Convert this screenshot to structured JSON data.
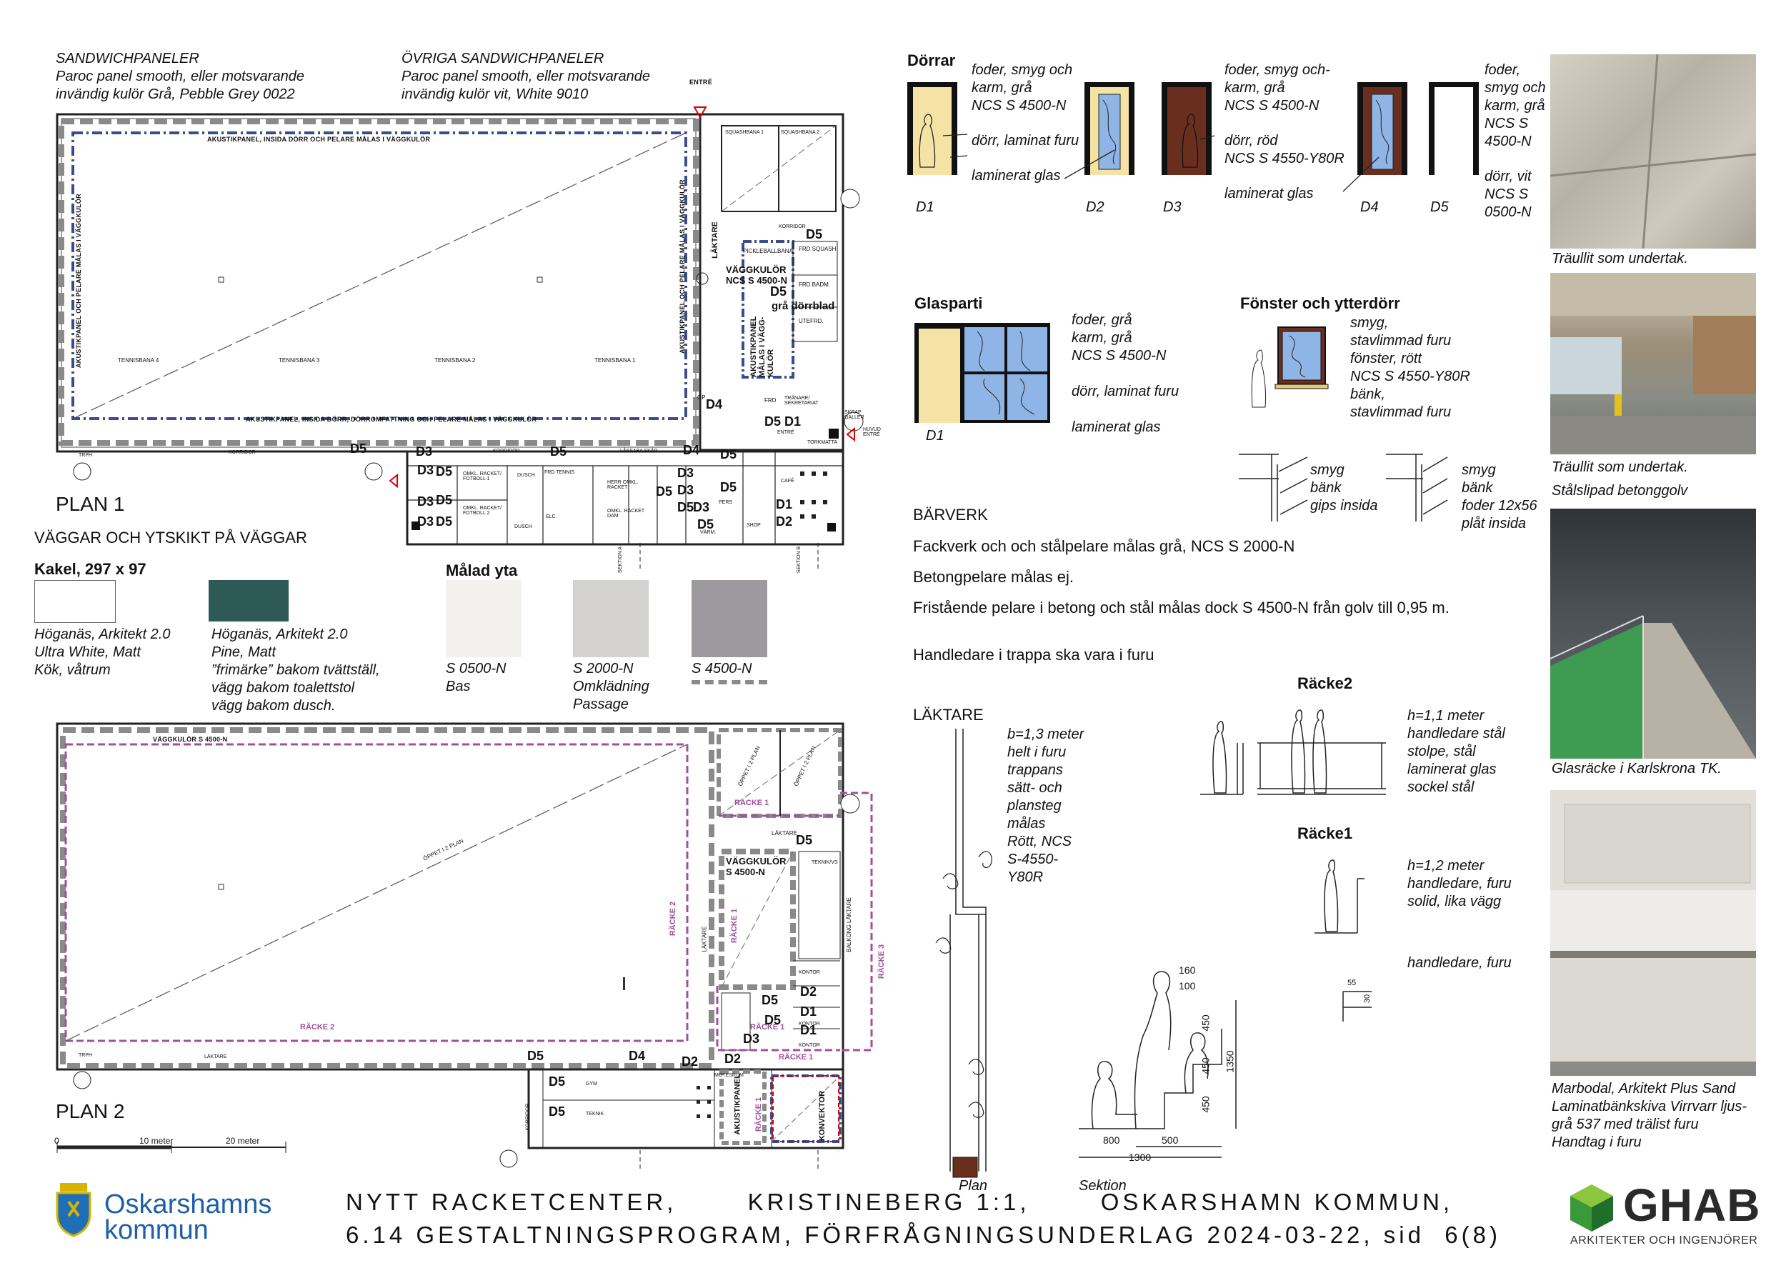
{
  "header": {
    "sandwich1": [
      "SANDWICHPANELER",
      "Paroc panel smooth, eller motsvarande",
      "invändig kulör Grå, Pebble Grey 0022"
    ],
    "sandwich2": [
      "ÖVRIGA SANDWICHPANELER",
      "Paroc panel smooth, eller motsvarande",
      "invändig kulör vit, White 9010"
    ]
  },
  "plan1": {
    "title": "PLAN 1",
    "entre_top": "ENTRÉ",
    "acoustic_top": "AKUSTIKPANEL, INSIDA DÖRR OCH PELARE MÅLAS I VÄGGKULÖR",
    "acoustic_bottom": "AKUSTIKPANEL, INSIDA DÖRR, DÖRROMFATTNING OCH PELARE MÅLAS I VÄGGKULÖR",
    "acoustic_left": "AKUSTIKPANEL OCH PELARE MÅLAS I VÄGGKULÖR",
    "acoustic_right": "AKUSTIKPANEL OCH PELARE MÅLAS I VÄGGKULÖR",
    "courts": [
      "TENNISBANA 4",
      "TENNISBANA 3",
      "TENNISBANA 2",
      "TENNISBANA 1"
    ],
    "squash": [
      "SQUASHBANA 1",
      "SQUASHBANA 2"
    ],
    "korridor": "KORRIDOR",
    "laktare": "LÄKTARE",
    "pickleball": "PICKLEBALLBANA",
    "vaggkulor": "VÄGGKULÖR",
    "ncs4500": "NCS S 4500-N",
    "gra_dorrblad": "grå dörrblad",
    "akustikpanel_vert": "AKUSTIKPANEL MÅLAS I VÄGG-KULÖR",
    "frd_squash": "FRD SQUASH",
    "frd_badm": "FRD BADM.",
    "utefrd": "UTEFRD.",
    "frd": "FRD",
    "tranare": "TRÄNARE/ SEKRETARIAT",
    "entre": "ENTRÉ",
    "huvud_entre": "HUVUD ENTRÉ",
    "skrap": "SKRAP GALLER",
    "torkmatta": "TORKMATTA",
    "trph": "TRPH",
    "lassab": "LÅSSABA SKÅP",
    "frd_tennis": "FRD TENNIS",
    "dusch": "DUSCH",
    "omkl1": "OMKL. RACKET/ FOTBOLL 1",
    "omkl2": "OMKL. RACKET/ FOTBOLL 2",
    "herr": "HERR OMKL. RACKET",
    "dam": "OMKL. RACKET DAM",
    "elc": "ELC.",
    "shop": "SHOP",
    "cafe": "CAFÉ",
    "pers": "PERS",
    "varme": "VÄRM.",
    "sektion_a": "SEKTION A",
    "sektion_b": "SEKTION B",
    "doors": {
      "d1": "D1",
      "d2": "D2",
      "d3": "D3",
      "d4": "D4",
      "d5": "D5",
      "gp": "GP"
    }
  },
  "plan2": {
    "title": "PLAN 2",
    "vaggkulor_top": "VÄGGKULÖR S 4500-N",
    "vaggkulor_side": "VÄGGKULÖR",
    "ncs4500": "S 4500-N",
    "oppet_plan": "ÖPPET I 2 PLAN",
    "oppet1": "ÖPPET I 2 PLAN",
    "racke1": "RÄCKE 1",
    "racke2": "RÄCKE 2",
    "racke3": "RÄCKE 3",
    "laktare": "LÄKTARE",
    "balkong": "BALKONG LÄKTARE",
    "teknik": "TEKNIK/VS",
    "kontor": "KONTOR",
    "motesrum": "MÖTESRUM",
    "gym": "GYM",
    "teknik2": "TEKNIK",
    "korridor": "KORRIDOR",
    "akustikpanel": "AKUSTIKPANEL",
    "konvektor": "KONVEKTOR",
    "trph": "TRPH",
    "scale": [
      "0",
      "10 meter",
      "20 meter"
    ]
  },
  "walls": {
    "heading": "VÄGGAR OCH YTSKIKT PÅ VÄGGAR",
    "kakel": "Kakel, 297 x 97",
    "tile1": [
      "Höganäs, Arkitekt 2.0",
      "Ultra White, Matt",
      "Kök, våtrum"
    ],
    "tile2": [
      "Höganäs, Arkitekt 2.0",
      "Pine, Matt",
      "”frimärke” bakom tvättställ,",
      "vägg bakom toalettstol",
      "vägg bakom dusch."
    ],
    "malad": "Målad yta",
    "paint1": [
      "S 0500-N",
      "Bas"
    ],
    "paint2": [
      "S 2000-N",
      "Omklädning",
      "Passage"
    ],
    "paint3": [
      "S 4500-N"
    ],
    "colors": {
      "ultra_white": "#ffffff",
      "pine": "#2e5a55",
      "s0500": "#f2f1ee",
      "s2000": "#d3d2d0",
      "s4500": "#9c9a9f"
    }
  },
  "doors": {
    "heading": "Dörrar",
    "d1_text": [
      "foder, smyg och",
      "karm, grå",
      "NCS S 4500-N",
      "dörr, laminat furu",
      "laminerat glas"
    ],
    "d3_text": [
      "foder, smyg och-",
      "karm, grå",
      "NCS S 4500-N",
      "dörr, röd",
      "NCS S 4550-Y80R",
      "laminerat glas"
    ],
    "d5_text": [
      "foder,",
      "smyg och",
      "karm, grå",
      "NCS S",
      "4500-N",
      "dörr, vit",
      "NCS S",
      "0500-N"
    ],
    "labels": [
      "D1",
      "D2",
      "D3",
      "D4",
      "D5"
    ]
  },
  "glasparti": {
    "heading": "Glasparti",
    "text": [
      "foder, grå",
      "karm, grå",
      "NCS S 4500-N",
      "dörr, laminat furu",
      "laminerat glas"
    ],
    "label": "D1"
  },
  "fonster": {
    "heading": "Fönster och ytterdörr",
    "text": [
      "smyg,",
      "stavlimmad furu",
      "fönster, rött",
      "NCS S 4550-Y80R",
      "bänk,",
      "stavlimmad furu"
    ],
    "detail1": [
      "smyg",
      "bänk",
      "gips insida"
    ],
    "detail2": [
      "smyg",
      "bänk",
      "foder 12x56",
      "plåt insida"
    ]
  },
  "barverk": {
    "heading": "BÄRVERK",
    "lines": [
      "Fackverk och och stålpelare målas grå, NCS S 2000-N",
      "Betongpelare målas ej.",
      "Fristående pelare i betong och stål målas dock S 4500-N från golv till 0,95 m.",
      "Handledare i trappa ska vara i furu"
    ]
  },
  "laktare": {
    "heading": "LÄKTARE",
    "text": [
      "b=1,3 meter",
      "helt i furu",
      "trappans",
      "sätt- och",
      "plansteg",
      "målas",
      "Rött, NCS",
      "S-4550-",
      "Y80R"
    ],
    "plan_label": "Plan",
    "sektion_label": "Sektion",
    "dims": [
      "160",
      "100",
      "450",
      "450",
      "450",
      "1350",
      "800",
      "500",
      "1300"
    ]
  },
  "racke2": {
    "heading": "Räcke2",
    "text": [
      "h=1,1 meter",
      "handledare stål",
      "stolpe, stål",
      "laminerat glas",
      "sockel stål"
    ]
  },
  "racke1": {
    "heading": "Räcke1",
    "text": [
      "h=1,2 meter",
      "handledare, furu",
      "solid, lika vägg"
    ],
    "handledare": "handledare, furu",
    "dims": [
      "55",
      "30"
    ]
  },
  "photos": {
    "captions": [
      [
        "Träullit som undertak."
      ],
      [
        "Träullit som undertak.",
        "Stålslipad betonggolv"
      ],
      [
        "Glasräcke i Karlskrona TK."
      ],
      [
        "Marbodal, Arkitekt Plus Sand",
        "Laminatbänkskiva Virrvarr ljus-",
        "grå 537 med trälist furu",
        "Handtag i furu"
      ]
    ]
  },
  "footer": {
    "line1": "NYTT RACKETCENTER,       KRISTINEBERG 1:1,       OSKARSHAMN KOMMUN,",
    "line2": "6.14 GESTALTNINGSPROGRAM, FÖRFRÅGNINGSUNDERLAG 2024-03-22, sid  6(8)",
    "logo_left": [
      "Oskarshamns",
      "kommun"
    ],
    "logo_right": "GHAB",
    "logo_right_sub": "ARKITEKTER OCH INGENJÖRER"
  }
}
